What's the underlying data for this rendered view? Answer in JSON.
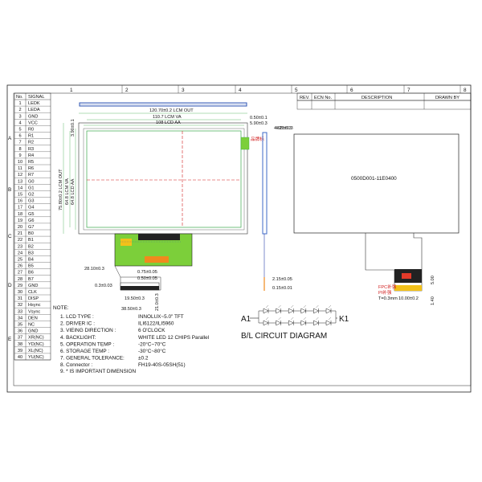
{
  "sheet": {
    "columns": [
      "1",
      "2",
      "3",
      "4",
      "5",
      "6",
      "7",
      "8"
    ],
    "rows": [
      "A",
      "B",
      "C",
      "D",
      "E"
    ]
  },
  "pin_table": {
    "header": {
      "no": "No.",
      "signal": "SIGNAL"
    },
    "pins": [
      [
        "1",
        "LEDK"
      ],
      [
        "2",
        "LEDA"
      ],
      [
        "3",
        "GND"
      ],
      [
        "4",
        "VCC"
      ],
      [
        "5",
        "R0"
      ],
      [
        "6",
        "R1"
      ],
      [
        "7",
        "R2"
      ],
      [
        "8",
        "R3"
      ],
      [
        "9",
        "R4"
      ],
      [
        "10",
        "R5"
      ],
      [
        "11",
        "R6"
      ],
      [
        "12",
        "R7"
      ],
      [
        "13",
        "G0"
      ],
      [
        "14",
        "G1"
      ],
      [
        "15",
        "G2"
      ],
      [
        "16",
        "G3"
      ],
      [
        "17",
        "G4"
      ],
      [
        "18",
        "G5"
      ],
      [
        "19",
        "G6"
      ],
      [
        "20",
        "G7"
      ],
      [
        "21",
        "B0"
      ],
      [
        "22",
        "B1"
      ],
      [
        "23",
        "B2"
      ],
      [
        "24",
        "B3"
      ],
      [
        "25",
        "B4"
      ],
      [
        "26",
        "B5"
      ],
      [
        "27",
        "B6"
      ],
      [
        "28",
        "B7"
      ],
      [
        "29",
        "GND"
      ],
      [
        "30",
        "CLK"
      ],
      [
        "31",
        "DISP"
      ],
      [
        "32",
        "Hsync"
      ],
      [
        "33",
        "Vsync"
      ],
      [
        "34",
        "DEN"
      ],
      [
        "35",
        "NC"
      ],
      [
        "36",
        "GND"
      ],
      [
        "37",
        "XR(NC)"
      ],
      [
        "38",
        "YD(NC)"
      ],
      [
        "39",
        "XL(NC)"
      ],
      [
        "40",
        "YU(NC)"
      ]
    ]
  },
  "revision_table": {
    "rev": "REV.",
    "ecn": "ECN No.",
    "description": "DESCRIPTION",
    "drawn_by": "DRAWN BY"
  },
  "front_view": {
    "dimensions": [
      "120.70±0.2 LCM OUT",
      "110.7 LCM VA",
      "108 LCD AA",
      "75.80±0.2 LCM OUT",
      "64.8 LCM VA",
      "64.8 LCD AA",
      "0.50±0.1",
      "5.90±0.3",
      "4.20±0.3",
      "3.90±0.1"
    ],
    "fpc_dimensions": [
      "28.10±0.3",
      "0.75±0.05",
      "0.50±0.05",
      "0.3±0.03",
      "19.50±0.3",
      "38.50±0.3",
      "21.0±0.3"
    ],
    "part_label": "品牌标"
  },
  "side_view": {
    "dimensions": [
      "4.65±0.3",
      "2.15±0.05",
      "0.15±0.01"
    ]
  },
  "rear_view": {
    "part_number": "0500D001-11E0400",
    "stiffener_note_lines": [
      "FPC补强",
      "PI补强",
      "T=0.3mm"
    ],
    "dimensions": [
      "10.00±0.2",
      "5.00",
      "1.40"
    ]
  },
  "notes": {
    "heading": "NOTE:",
    "items": [
      {
        "label": "1. LCD TYPE :",
        "value": "INNOLUX~5.0\"  TFT"
      },
      {
        "label": "2. DRIVER IC :",
        "value": "ILI6122/ILI5960"
      },
      {
        "label": "3. VIEING DIRECTION :",
        "value": "6  O'CLOCK"
      },
      {
        "label": "4. BACKLIGHT:",
        "value": "WHITE LED 12 CHIPS Parallel"
      },
      {
        "label": "5. OPERATION TEMP :",
        "value": "-20°C~70°C"
      },
      {
        "label": "6. STORAGE TEMP :",
        "value": "-30°C~80°C"
      },
      {
        "label": "7. GENERAL TOLERANCE:",
        "value": "±0.2"
      },
      {
        "label": "8. Connector :",
        "value": "FH19-40S-05SH(51)"
      }
    ],
    "footnote": "9. * IS IMPORTANT DIMENSION"
  },
  "backlight": {
    "anode": "A1",
    "cathode": "K1",
    "title": "B/L CIRCUIT DIAGRAM",
    "led_columns": 6,
    "led_rows": 2
  },
  "colors": {
    "frame": "#222222",
    "fpc_green": "#7ccf3a",
    "fpc_yellow": "#f2c11a",
    "fpc_orange": "#f08a1d",
    "fpc_red": "#e23a2a",
    "dim_green": "#3aa84a",
    "center_red": "#d11d1d",
    "bracket_blue": "#2f56b3",
    "side_blue": "#3d68c7",
    "pin_blue": "#2b3fae"
  }
}
